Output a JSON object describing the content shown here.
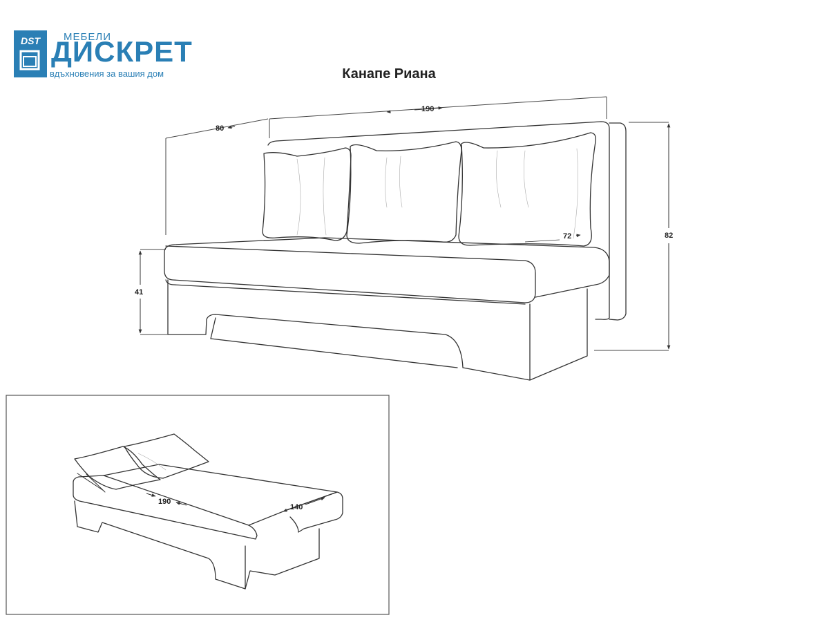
{
  "brand": {
    "logo_small": "МЕБЕЛИ",
    "logo_big": "ДИСКРЕТ",
    "logo_tagline": "вдъхновения за вашия дом",
    "logo_mark_text": "DST",
    "brand_color": "#2a7fb5"
  },
  "title": "Канапе Риана",
  "main_view": {
    "dimensions": {
      "width": "190",
      "depth": "80",
      "height": "82",
      "seat_height": "41",
      "seat_depth": "72"
    }
  },
  "bed_view": {
    "dimensions": {
      "length": "190",
      "width": "140"
    }
  },
  "colors": {
    "line": "#333333",
    "dim_line": "#444444",
    "frame": "#555555"
  }
}
